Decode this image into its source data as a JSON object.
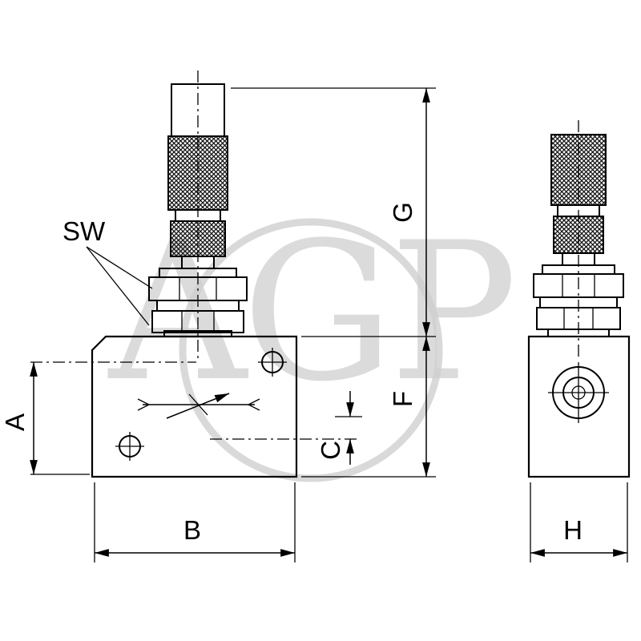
{
  "drawing": {
    "watermark": "AGP",
    "labels": {
      "sw": "SW",
      "a": "A",
      "b": "B",
      "c": "C",
      "f": "F",
      "g": "G",
      "h": "H"
    }
  }
}
